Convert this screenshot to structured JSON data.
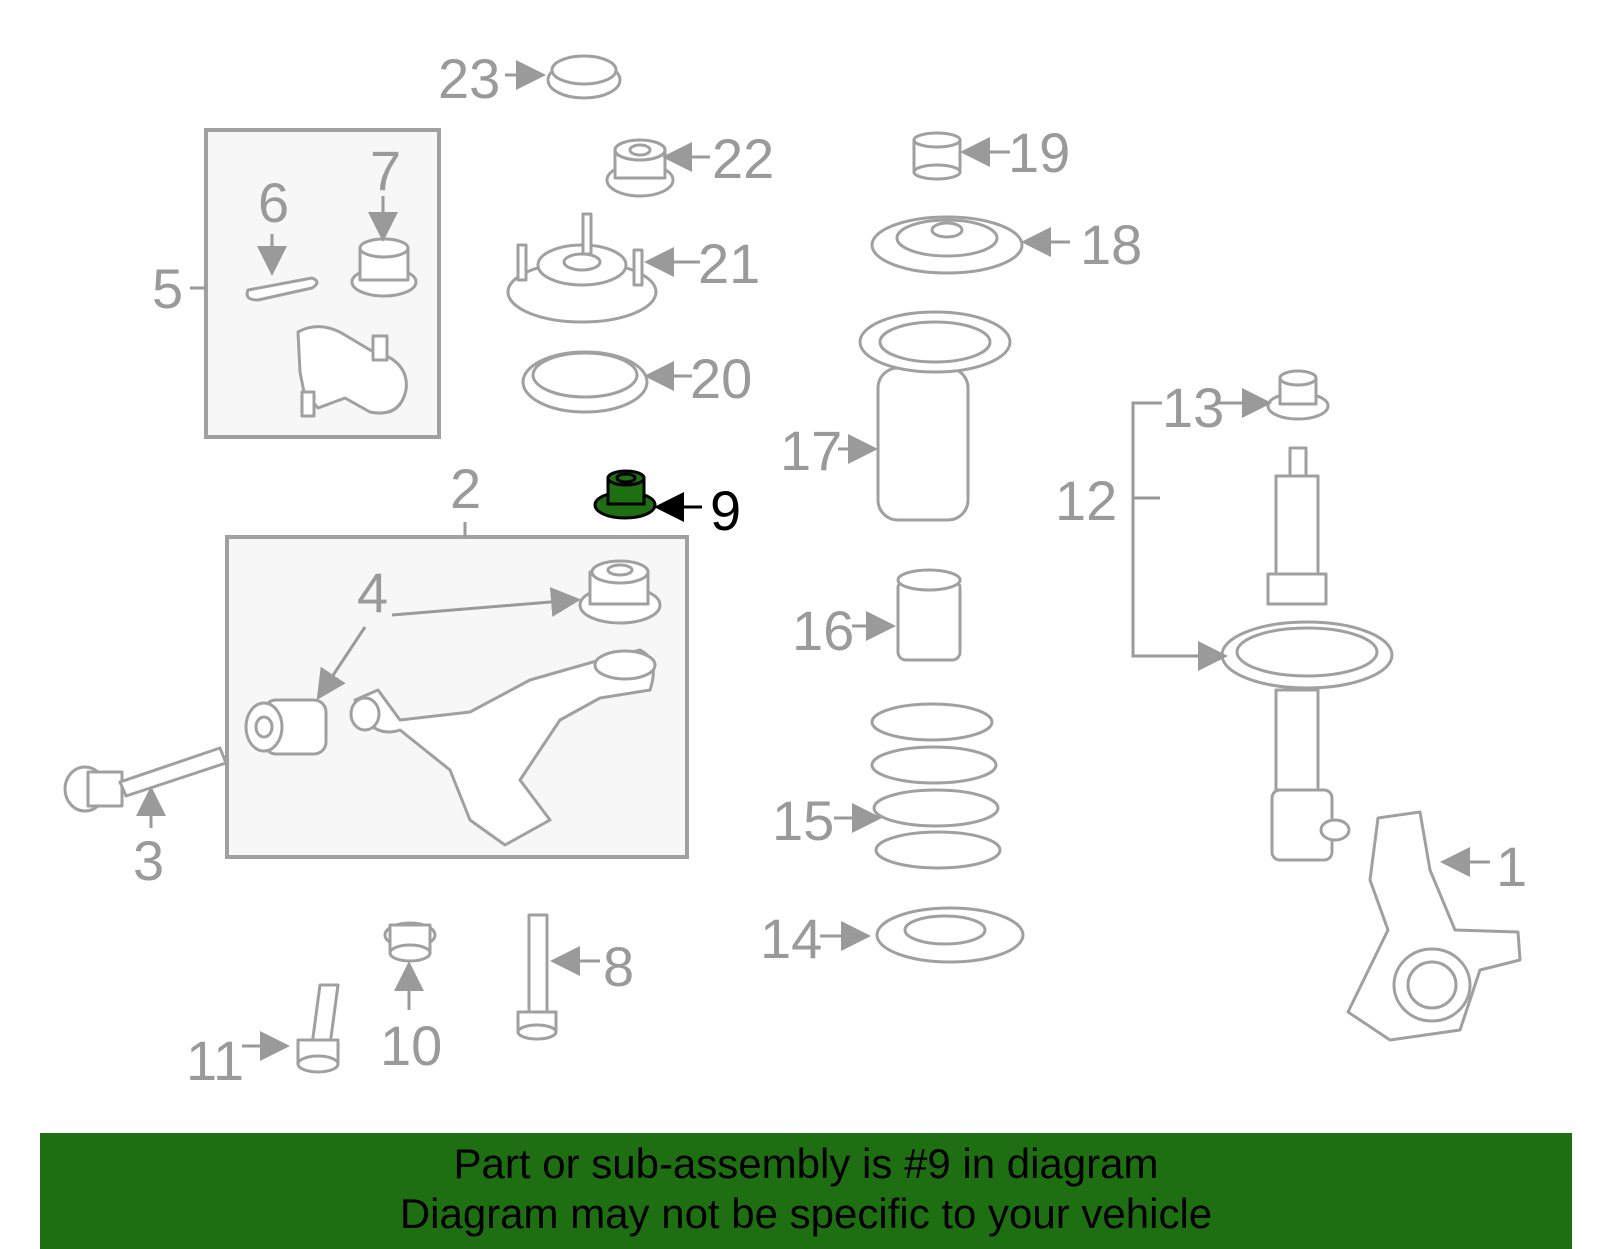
{
  "banner": {
    "line1": "Part or sub-assembly is #9 in diagram",
    "line2": "Diagram may not be specific to your vehicle"
  },
  "callouts": {
    "c1": "1",
    "c2": "2",
    "c3": "3",
    "c4": "4",
    "c5": "5",
    "c6": "6",
    "c7": "7",
    "c8": "8",
    "c9": "9",
    "c10": "10",
    "c11": "11",
    "c12": "12",
    "c13": "13",
    "c14": "14",
    "c15": "15",
    "c16": "16",
    "c17": "17",
    "c18": "18",
    "c19": "19",
    "c20": "20",
    "c21": "21",
    "c22": "22",
    "c23": "23"
  },
  "highlight": {
    "part": "9",
    "color": "#1e6e12"
  }
}
